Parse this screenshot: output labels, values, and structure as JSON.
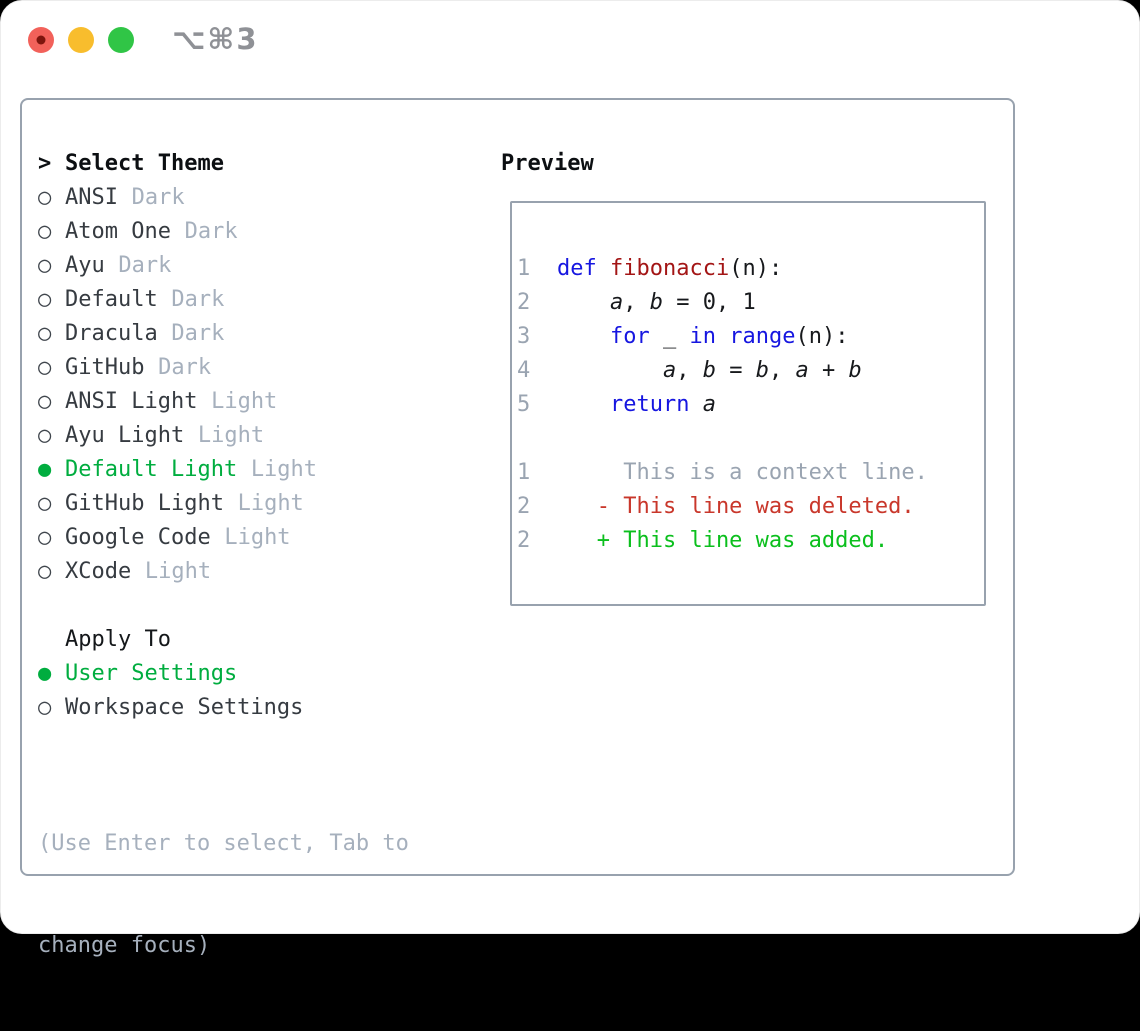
{
  "window": {
    "shortcut_label": "⌥⌘3"
  },
  "glyphs": {
    "focus_caret": ">",
    "radio_on": "●",
    "radio_off": "○"
  },
  "colors": {
    "selection_green": "#00ad3f",
    "keyword_blue": "#1616e0",
    "function_red": "#a31515",
    "diff_deleted_red": "#c9372b",
    "diff_added_green": "#0bbf1d",
    "muted_gray": "#a6b0bd",
    "border_gray": "#98a2ae",
    "traffic_red": "#f2615a",
    "traffic_yellow": "#f8bd2d",
    "traffic_green": "#30c546"
  },
  "theme_list": {
    "heading": "Select Theme",
    "items": [
      {
        "name": "ANSI",
        "variant": "Dark",
        "selected": false
      },
      {
        "name": "Atom One",
        "variant": "Dark",
        "selected": false
      },
      {
        "name": "Ayu",
        "variant": "Dark",
        "selected": false
      },
      {
        "name": "Default",
        "variant": "Dark",
        "selected": false
      },
      {
        "name": "Dracula",
        "variant": "Dark",
        "selected": false
      },
      {
        "name": "GitHub",
        "variant": "Dark",
        "selected": false
      },
      {
        "name": "ANSI Light",
        "variant": "Light",
        "selected": false
      },
      {
        "name": "Ayu Light",
        "variant": "Light",
        "selected": false
      },
      {
        "name": "Default Light",
        "variant": "Light",
        "selected": true
      },
      {
        "name": "GitHub Light",
        "variant": "Light",
        "selected": false
      },
      {
        "name": "Google Code",
        "variant": "Light",
        "selected": false
      },
      {
        "name": "XCode",
        "variant": "Light",
        "selected": false
      }
    ]
  },
  "apply_to": {
    "heading": "Apply To",
    "options": [
      {
        "name": "User Settings",
        "selected": true
      },
      {
        "name": "Workspace Settings",
        "selected": false
      }
    ]
  },
  "hint": {
    "line1": "(Use Enter to select, Tab to",
    "line2": "change focus)"
  },
  "preview": {
    "heading": "Preview",
    "code": [
      {
        "num": "1",
        "tokens": [
          {
            "c": "kw",
            "t": "def"
          },
          {
            "c": "pl",
            "t": " "
          },
          {
            "c": "fn",
            "t": "fibonacci"
          },
          {
            "c": "pl",
            "t": "(n):"
          }
        ]
      },
      {
        "num": "2",
        "tokens": [
          {
            "c": "pl",
            "t": "    "
          },
          {
            "c": "var",
            "t": "a"
          },
          {
            "c": "pl",
            "t": ", "
          },
          {
            "c": "var",
            "t": "b"
          },
          {
            "c": "pl",
            "t": " = 0, 1"
          }
        ]
      },
      {
        "num": "3",
        "tokens": [
          {
            "c": "pl",
            "t": "    "
          },
          {
            "c": "kw",
            "t": "for"
          },
          {
            "c": "pl",
            "t": " _ "
          },
          {
            "c": "kw",
            "t": "in"
          },
          {
            "c": "pl",
            "t": " "
          },
          {
            "c": "kw",
            "t": "range"
          },
          {
            "c": "pl",
            "t": "(n):"
          }
        ]
      },
      {
        "num": "4",
        "tokens": [
          {
            "c": "pl",
            "t": "        "
          },
          {
            "c": "var",
            "t": "a"
          },
          {
            "c": "pl",
            "t": ", "
          },
          {
            "c": "var",
            "t": "b"
          },
          {
            "c": "pl",
            "t": " = "
          },
          {
            "c": "var",
            "t": "b"
          },
          {
            "c": "pl",
            "t": ", "
          },
          {
            "c": "var",
            "t": "a"
          },
          {
            "c": "pl",
            "t": " + "
          },
          {
            "c": "var",
            "t": "b"
          }
        ]
      },
      {
        "num": "5",
        "tokens": [
          {
            "c": "pl",
            "t": "    "
          },
          {
            "c": "kw",
            "t": "return"
          },
          {
            "c": "pl",
            "t": " "
          },
          {
            "c": "var",
            "t": "a"
          }
        ]
      }
    ],
    "diff": [
      {
        "num": "1",
        "kind": "context",
        "text": "     This is a context line."
      },
      {
        "num": "2",
        "kind": "deleted",
        "text": "   - This line was deleted."
      },
      {
        "num": "2",
        "kind": "added",
        "text": "   + This line was added."
      }
    ]
  }
}
